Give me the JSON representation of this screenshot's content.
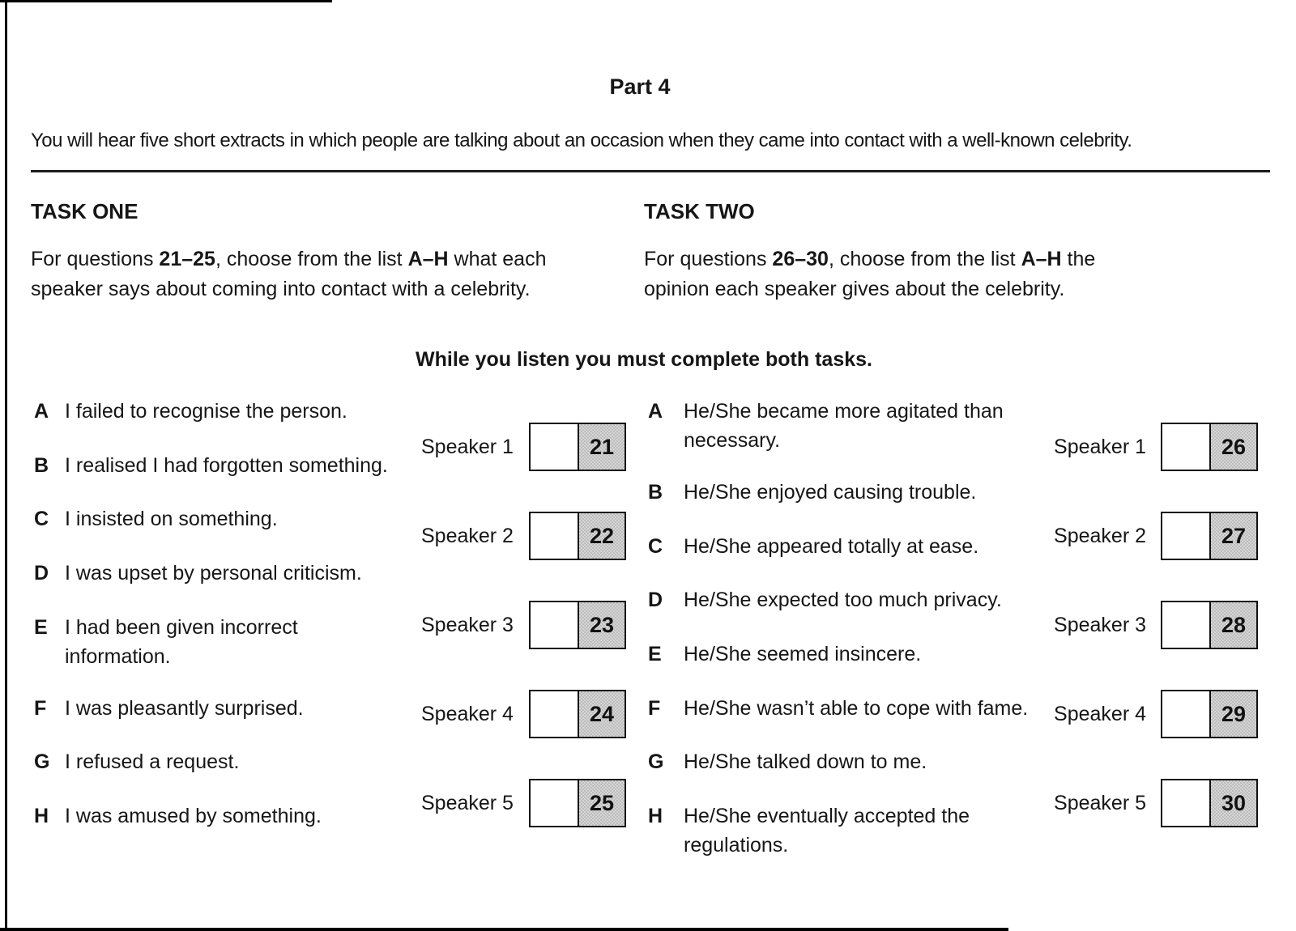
{
  "header": {
    "part_title": "Part 4",
    "intro": "You will hear five short extracts in which people are talking about an occasion when they came into contact with a well-known celebrity."
  },
  "instruction": "While you listen you must complete both tasks.",
  "colors": {
    "ink": "#161616",
    "answer_shade": "#cbcbcb"
  },
  "task_one": {
    "heading": "TASK ONE",
    "desc": {
      "pre": "For questions ",
      "range": "21–25",
      "mid": ", choose from the list ",
      "list": "A–H",
      "post": " what each",
      "line2": "speaker says about coming into contact with a celebrity."
    },
    "options": [
      {
        "letter": "A",
        "lines": [
          "I failed to recognise the person."
        ]
      },
      {
        "letter": "B",
        "lines": [
          "I realised I had forgotten something."
        ]
      },
      {
        "letter": "C",
        "lines": [
          "I insisted on something."
        ]
      },
      {
        "letter": "D",
        "lines": [
          "I was upset by personal criticism."
        ]
      },
      {
        "letter": "E",
        "lines": [
          "I had been given incorrect",
          "information."
        ]
      },
      {
        "letter": "F",
        "lines": [
          "I was pleasantly surprised."
        ]
      },
      {
        "letter": "G",
        "lines": [
          "I refused a request."
        ]
      },
      {
        "letter": "H",
        "lines": [
          "I was amused by something."
        ]
      }
    ],
    "speakers": [
      {
        "label": "Speaker 1",
        "number": "21"
      },
      {
        "label": "Speaker 2",
        "number": "22"
      },
      {
        "label": "Speaker 3",
        "number": "23"
      },
      {
        "label": "Speaker 4",
        "number": "24"
      },
      {
        "label": "Speaker 5",
        "number": "25"
      }
    ]
  },
  "task_two": {
    "heading": "TASK TWO",
    "desc": {
      "pre": "For questions ",
      "range": "26–30",
      "mid": ", choose from the list ",
      "list": "A–H",
      "post": " the",
      "line2": "opinion each speaker gives about the celebrity."
    },
    "options": [
      {
        "letter": "A",
        "lines": [
          "He/She became more agitated than",
          "necessary."
        ]
      },
      {
        "letter": "B",
        "lines": [
          "He/She enjoyed causing trouble."
        ]
      },
      {
        "letter": "C",
        "lines": [
          "He/She appeared totally at ease."
        ]
      },
      {
        "letter": "D",
        "lines": [
          "He/She expected too much privacy."
        ]
      },
      {
        "letter": "E",
        "lines": [
          "He/She seemed insincere."
        ]
      },
      {
        "letter": "F",
        "lines": [
          "He/She wasn’t able to cope with fame."
        ]
      },
      {
        "letter": "G",
        "lines": [
          "He/She talked down to me."
        ]
      },
      {
        "letter": "H",
        "lines": [
          "He/She eventually accepted the",
          "regulations."
        ]
      }
    ],
    "speakers": [
      {
        "label": "Speaker 1",
        "number": "26"
      },
      {
        "label": "Speaker 2",
        "number": "27"
      },
      {
        "label": "Speaker 3",
        "number": "28"
      },
      {
        "label": "Speaker 4",
        "number": "29"
      },
      {
        "label": "Speaker 5",
        "number": "30"
      }
    ]
  }
}
